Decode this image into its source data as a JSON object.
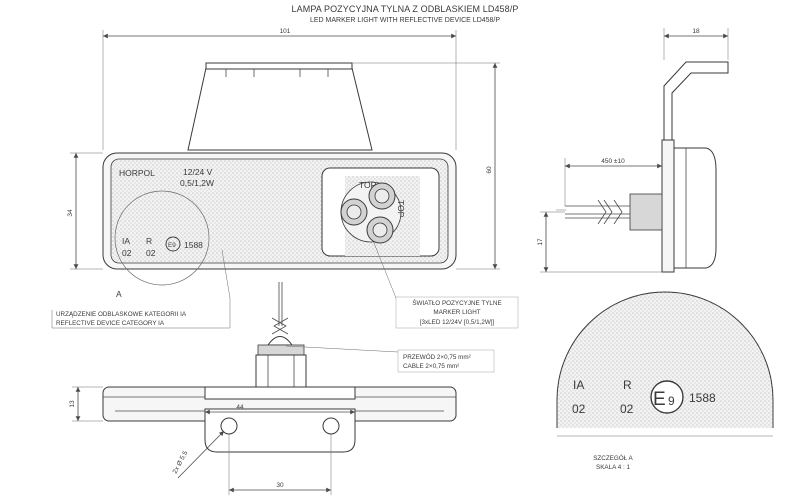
{
  "title": {
    "main": "LAMPA POZYCYJNA TYLNA Z ODBLASKIEM LD458/P",
    "sub": "LED MARKER LIGHT WITH REFLECTIVE DEVICE LD458/P"
  },
  "dimensions": {
    "width_101": "101",
    "height_60": "60",
    "height_34": "34",
    "depth_18": "18",
    "cable_450": "450 ±10",
    "h_17": "17",
    "h_13": "13",
    "w_44": "44",
    "w_30": "30",
    "hole": "2x Ø 5.5"
  },
  "lamp_markings": {
    "brand": "HORPOL",
    "voltage": "12/24 V",
    "power": "0,5/1,2W",
    "ia": "IA",
    "r": "R",
    "n02a": "02",
    "n02b": "02",
    "e9": "E9",
    "approval": "1588",
    "top_a": "TOP",
    "top_b": "TOP"
  },
  "callouts": {
    "detail_marker": "A",
    "reflector_pl": "URZĄDZENIE ODBLASKOWE KATEGORII IA",
    "reflector_en": "REFLECTIVE DEVICE CATEGORY IA",
    "light_pl": "ŚWIATŁO POZYCYJNE TYLNE",
    "light_en": "MARKER LIGHT",
    "light_spec": "[3xLED 12/24V [0,5/1,2W]]",
    "cable_pl": "PRZEWÓD 2×0,75 mm²",
    "cable_en": "CABLE 2×0,75 mm²"
  },
  "detail": {
    "ia": "IA",
    "r": "R",
    "n02a": "02",
    "n02b": "02",
    "e": "E",
    "nine": "9",
    "approval": "1588",
    "caption_pl": "SZCZEGÓŁ A",
    "caption_en": "SKALA 4 : 1"
  }
}
